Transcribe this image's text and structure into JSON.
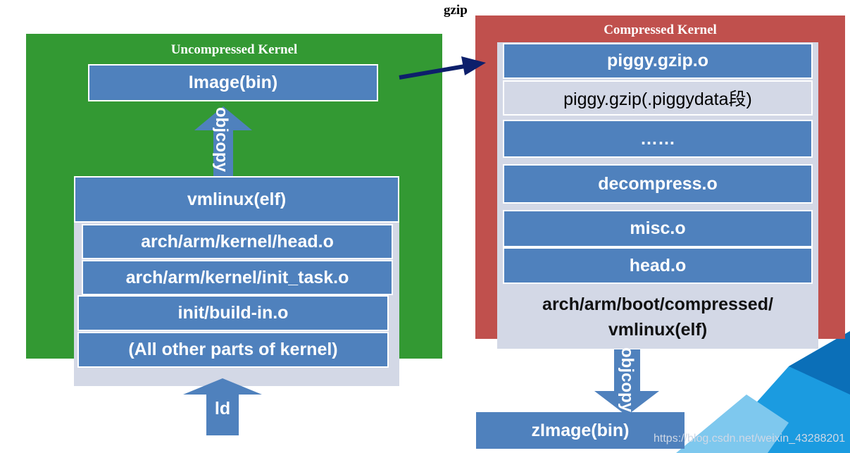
{
  "colors": {
    "green_panel": "#339933",
    "red_panel": "#c0504d",
    "block_blue": "#4f81bd",
    "block_light": "#d3d8e6",
    "gzip_label": "#1f1f8f",
    "arrow_navy": "#0d1f6b",
    "watermark": "#cfd8e6"
  },
  "labels": {
    "gzip": "gzip",
    "uncompressed_title": "Uncompressed Kernel",
    "compressed_title": "Compressed Kernel",
    "objcopy_left": "objcopy",
    "objcopy_right": "objcopy",
    "ld": "ld"
  },
  "left": {
    "image_box": "Image(bin)",
    "vmlinux_box": "vmlinux(elf)",
    "objects": [
      "arch/arm/kernel/head.o",
      "arch/arm/kernel/init_task.o",
      "init/build-in.o",
      "(All other parts of kernel)"
    ]
  },
  "right": {
    "objects": [
      "piggy.gzip.o",
      "piggy.gzip(.piggydata段)",
      "……",
      "decompress.o",
      "misc.o",
      "head.o"
    ],
    "compressed_vmlinux_line1": "arch/arm/boot/compressed/",
    "compressed_vmlinux_line2": "vmlinux(elf)",
    "zimage_box": "zImage(bin)"
  },
  "watermark": "https://blog.csdn.net/weixin_43288201"
}
